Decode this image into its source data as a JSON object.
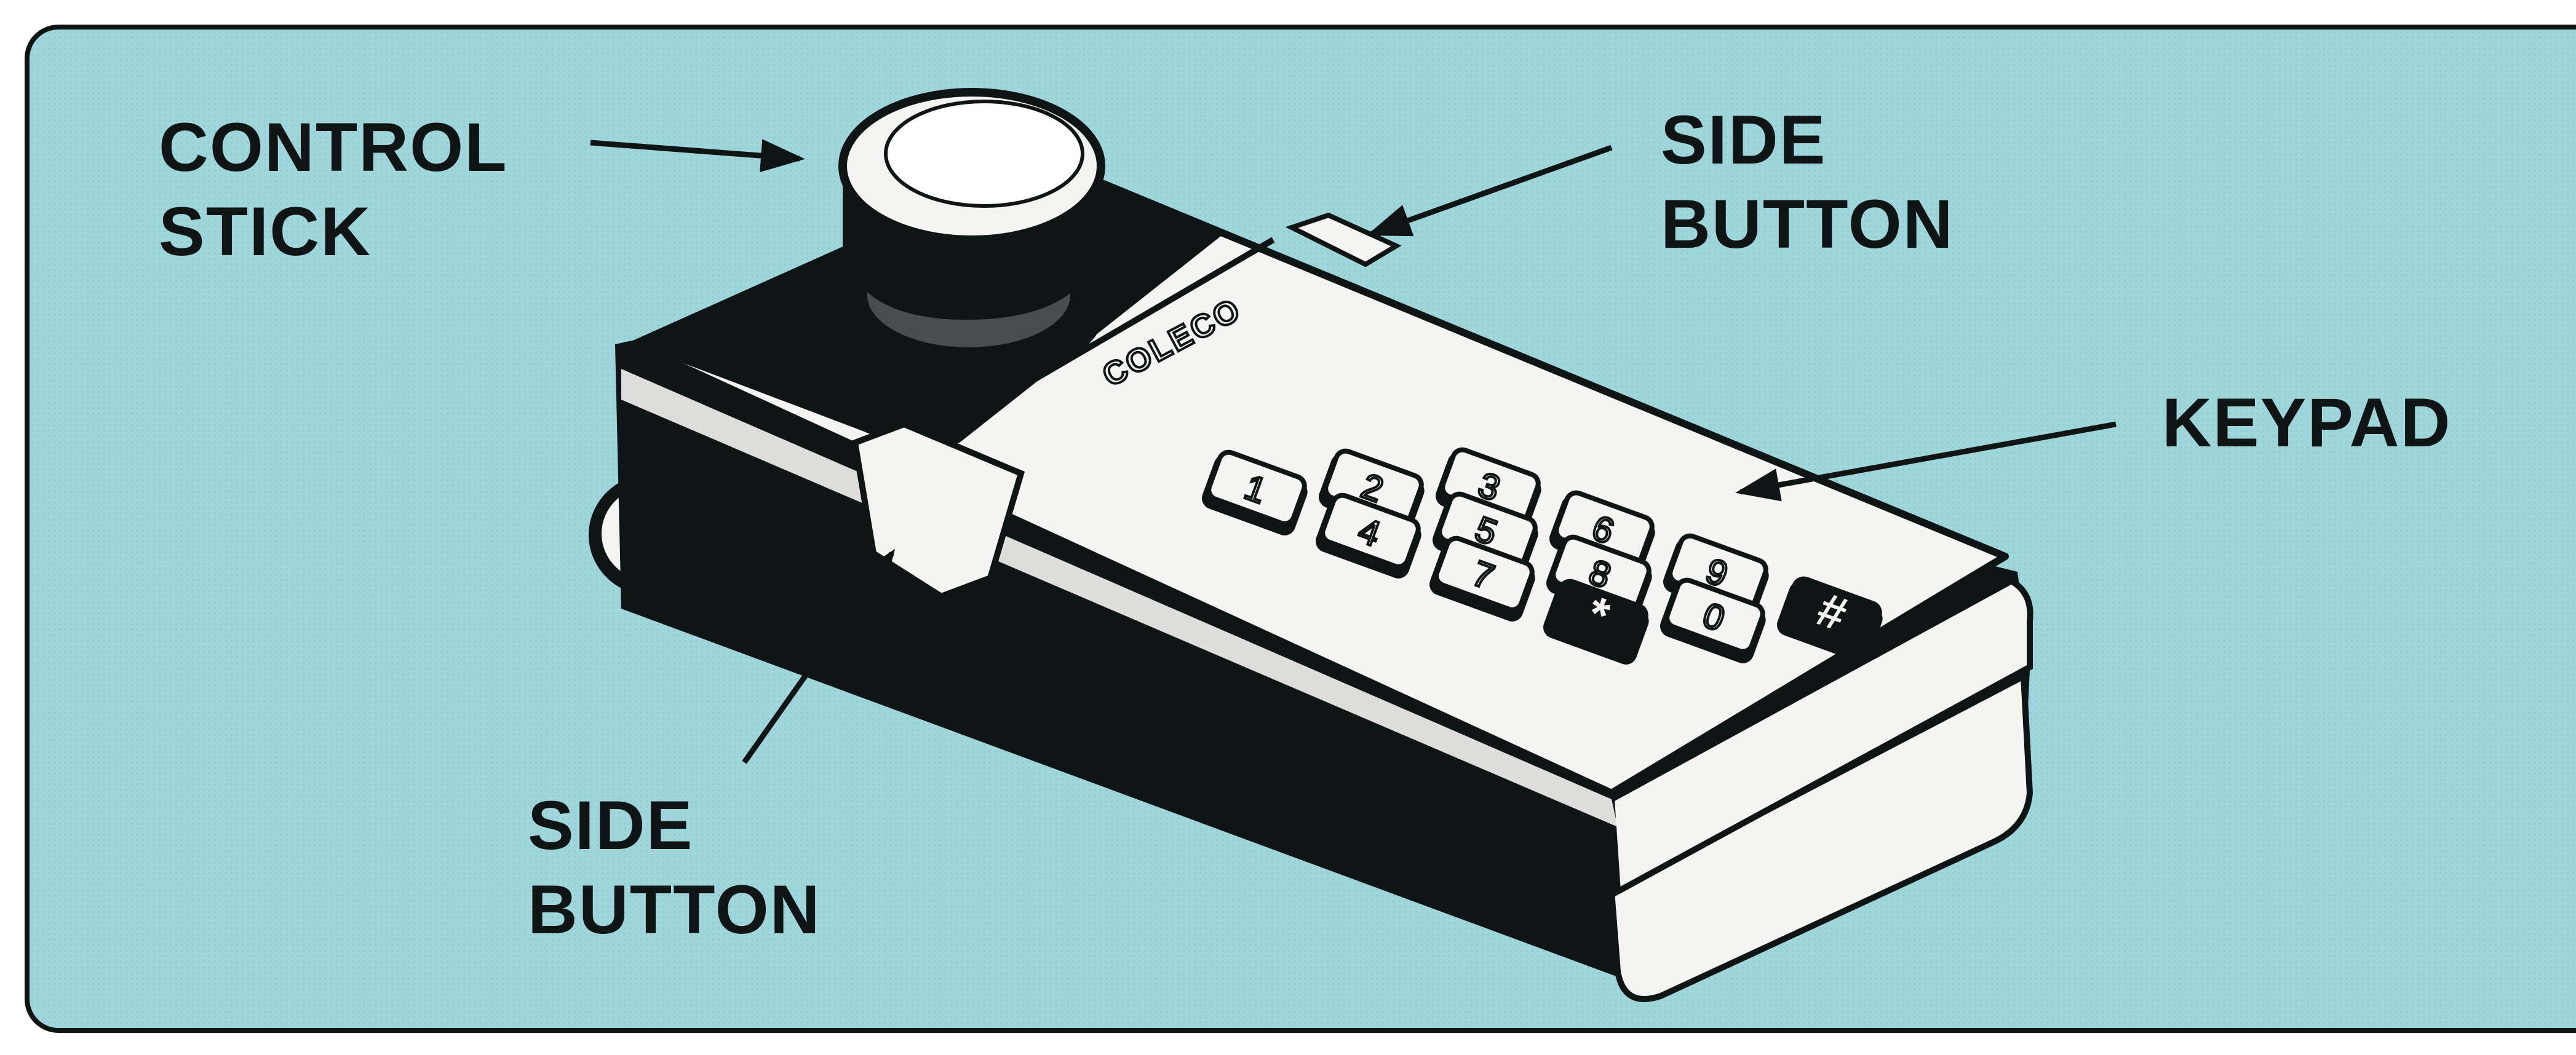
{
  "labels": {
    "control_stick": [
      "CONTROL",
      "STICK"
    ],
    "side_button_top": [
      "SIDE",
      "BUTTON"
    ],
    "keypad": "KEYPAD",
    "side_button_bottom": [
      "SIDE",
      "BUTTON"
    ]
  },
  "controller": {
    "brand": "COLECO",
    "keys": [
      "1",
      "2",
      "3",
      "4",
      "5",
      "6",
      "7",
      "8",
      "9",
      "*",
      "0",
      "#"
    ]
  },
  "colors": {
    "background": "#9fd6dc",
    "ink": "#0f1414",
    "controller_face": "#f4f4f2"
  }
}
